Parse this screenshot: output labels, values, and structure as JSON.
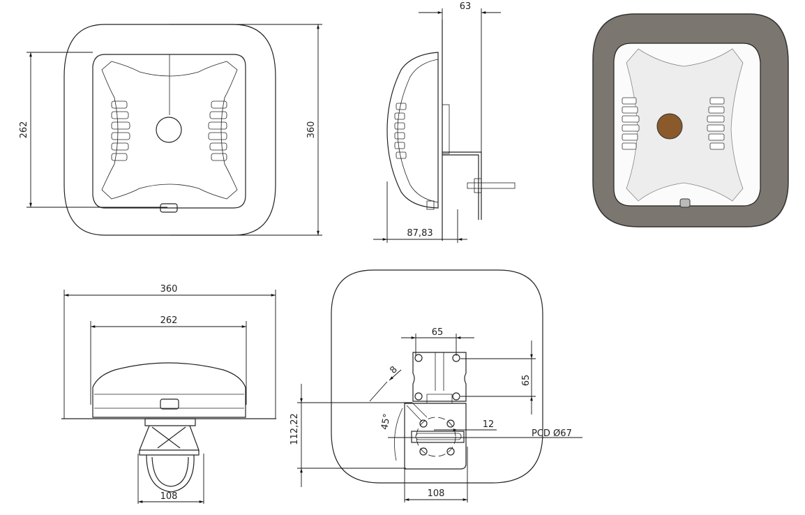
{
  "front_view": {
    "height_label": "262",
    "outer_label": "360"
  },
  "side_view": {
    "depth_top_label": "63",
    "depth_bottom_label": "87,83"
  },
  "rendered_view": {
    "body_color": "#ffffff",
    "frame_color": "#7b766f",
    "led_color": "#8a5a2a"
  },
  "bottom_view": {
    "outer_width_label": "360",
    "body_width_label": "262",
    "clamp_label": "108"
  },
  "rear_view": {
    "hole_spacing_h_label": "65",
    "hole_spacing_v_label": "65",
    "slot_width_label": "8",
    "angle_label": "45°",
    "slot_length_label": "12",
    "pcd_label": "PCD Ø67",
    "height_label": "112,22",
    "plate_width_label": "108"
  }
}
